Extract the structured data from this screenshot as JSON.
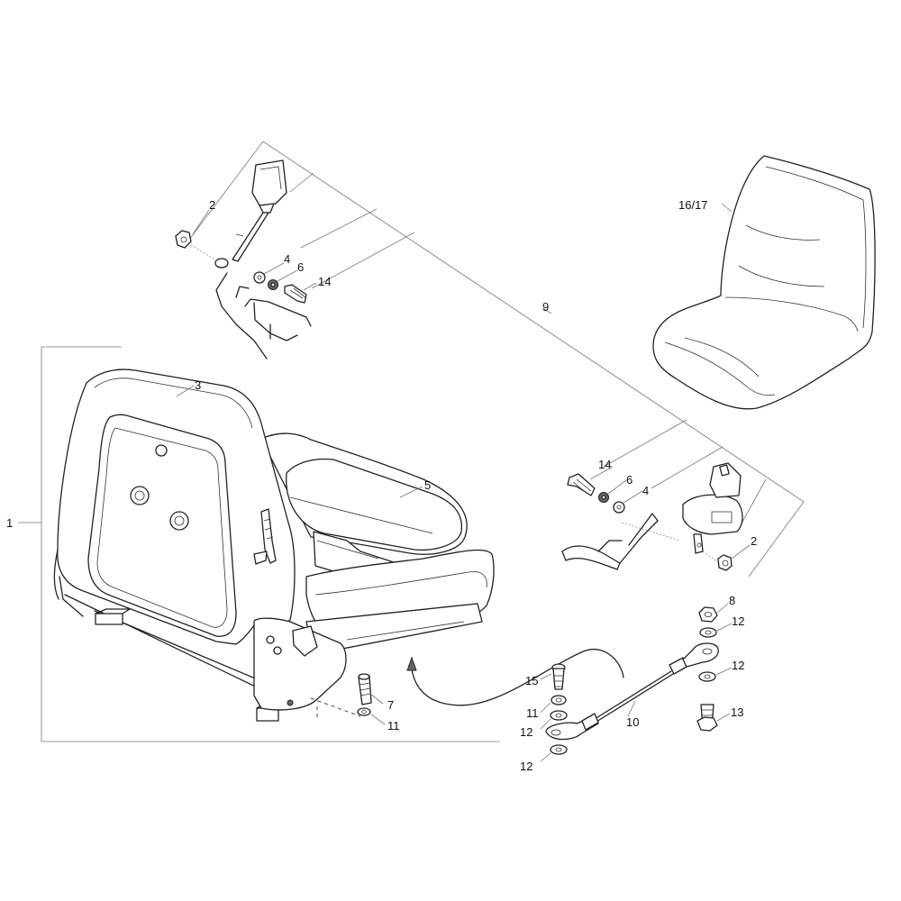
{
  "callouts": {
    "c1": "1",
    "c2a": "2",
    "c2b": "2",
    "c3": "3",
    "c4a": "4",
    "c4b": "4",
    "c5": "5",
    "c6a": "6",
    "c6b": "6",
    "c7": "7",
    "c8": "8",
    "c9": "9",
    "c10": "10",
    "c11a": "11",
    "c11b": "11",
    "c12a": "12",
    "c12b": "12",
    "c12c": "12",
    "c12d": "12",
    "c13": "13",
    "c14a": "14",
    "c14b": "14",
    "c15": "15",
    "c1617": "16/17"
  }
}
